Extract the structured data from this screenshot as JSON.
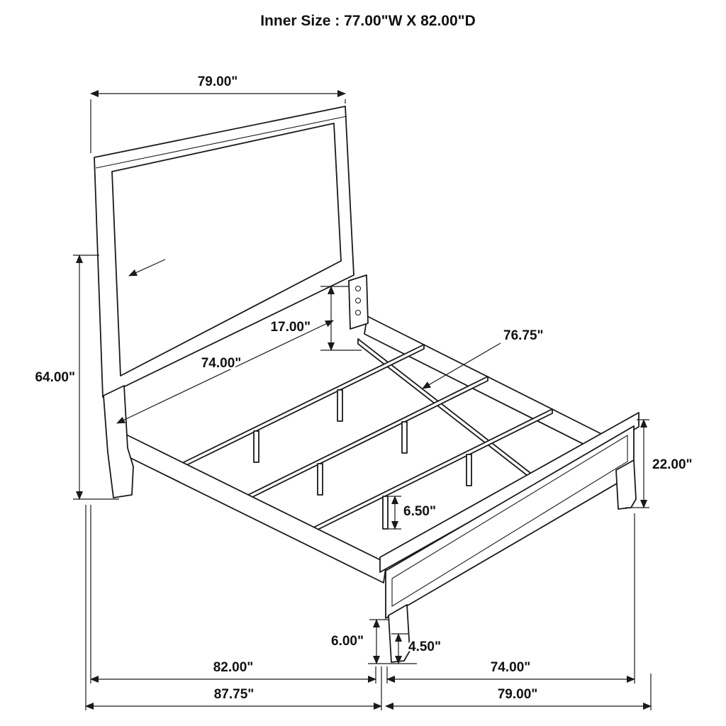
{
  "title": "Inner Size : 77.00\"W X 82.00\"D",
  "colors": {
    "line": "#1a1a1a",
    "background": "#ffffff"
  },
  "dims": {
    "headboard_width": "79.00\"",
    "headboard_height": "64.00\"",
    "headboard_panel_drop": "17.00\"",
    "inner_width_top": "74.00\"",
    "slat_rail_length": "76.75\"",
    "footboard_height": "22.00\"",
    "slat_leg_height": "6.50\"",
    "front_leg_height": "6.00\"",
    "footboard_leg_height": "4.50\"",
    "rail_length": "82.00\"",
    "inner_width_bottom": "74.00\"",
    "overall_depth": "87.75\"",
    "overall_width": "79.00\""
  }
}
